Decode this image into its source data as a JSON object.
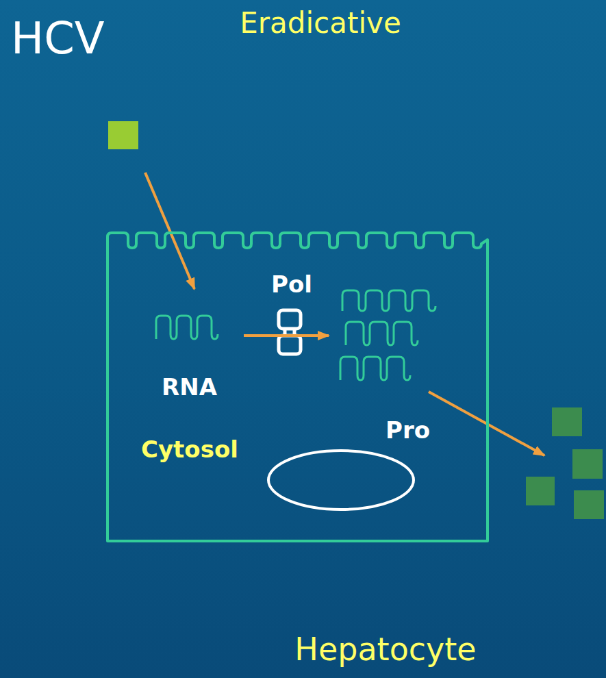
{
  "diagram": {
    "title": "Eradicative",
    "nodes": [
      {
        "text": [
          "Hepatocyte"
        ]
      }
    ],
    "labels": [
      "HCV",
      "Pol",
      "RNA",
      "Cytosol",
      "Pro"
    ]
  }
}
